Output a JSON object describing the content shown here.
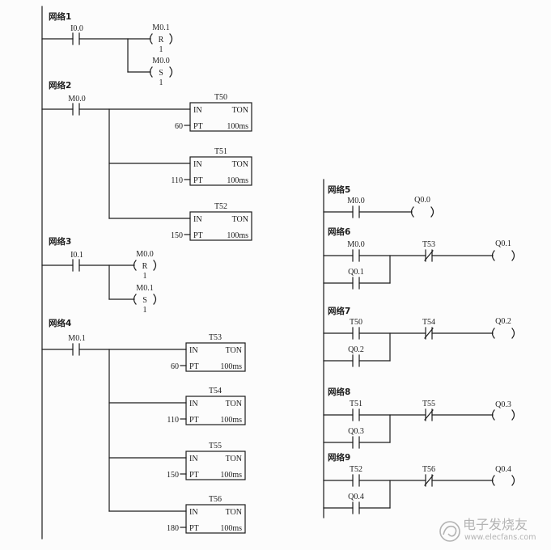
{
  "colors": {
    "ink": "#1c1c1c",
    "watermark": "#b3b3b3",
    "background": "#fcfcfc"
  },
  "timer": {
    "in": "IN",
    "type": "TON",
    "pt": "PT",
    "base": "100ms"
  },
  "networks": [
    {
      "label": "网络1",
      "contact": "I0.0",
      "coils": [
        {
          "address": "M0.1",
          "instruction": "R",
          "count": "1"
        },
        {
          "address": "M0.0",
          "instruction": "S",
          "count": "1"
        }
      ]
    },
    {
      "label": "网络2",
      "contact": "M0.0",
      "timers": [
        {
          "name": "T50",
          "preset": "60"
        },
        {
          "name": "T51",
          "preset": "110"
        },
        {
          "name": "T52",
          "preset": "150"
        }
      ]
    },
    {
      "label": "网络3",
      "contact": "I0.1",
      "coils": [
        {
          "address": "M0.0",
          "instruction": "R",
          "count": "1"
        },
        {
          "address": "M0.1",
          "instruction": "S",
          "count": "1"
        }
      ]
    },
    {
      "label": "网络4",
      "contact": "M0.1",
      "timers": [
        {
          "name": "T53",
          "preset": "60"
        },
        {
          "name": "T54",
          "preset": "110"
        },
        {
          "name": "T55",
          "preset": "150"
        },
        {
          "name": "T56",
          "preset": "180"
        }
      ]
    },
    {
      "label": "网络5",
      "contact": "M0.0",
      "coil": "Q0.0"
    },
    {
      "label": "网络6",
      "contact": "M0.0",
      "contact_nc": "T53",
      "coil": "Q0.1",
      "latch": "Q0.1"
    },
    {
      "label": "网络7",
      "contact": "T50",
      "contact_nc": "T54",
      "coil": "Q0.2",
      "latch": "Q0.2"
    },
    {
      "label": "网络8",
      "contact": "T51",
      "contact_nc": "T55",
      "coil": "Q0.3",
      "latch": "Q0.3"
    },
    {
      "label": "网络9",
      "contact": "T52",
      "contact_nc": "T56",
      "coil": "Q0.4",
      "latch": "Q0.4"
    }
  ],
  "watermark": {
    "brand": "电子发烧友",
    "url": "www.elecfans.com"
  }
}
